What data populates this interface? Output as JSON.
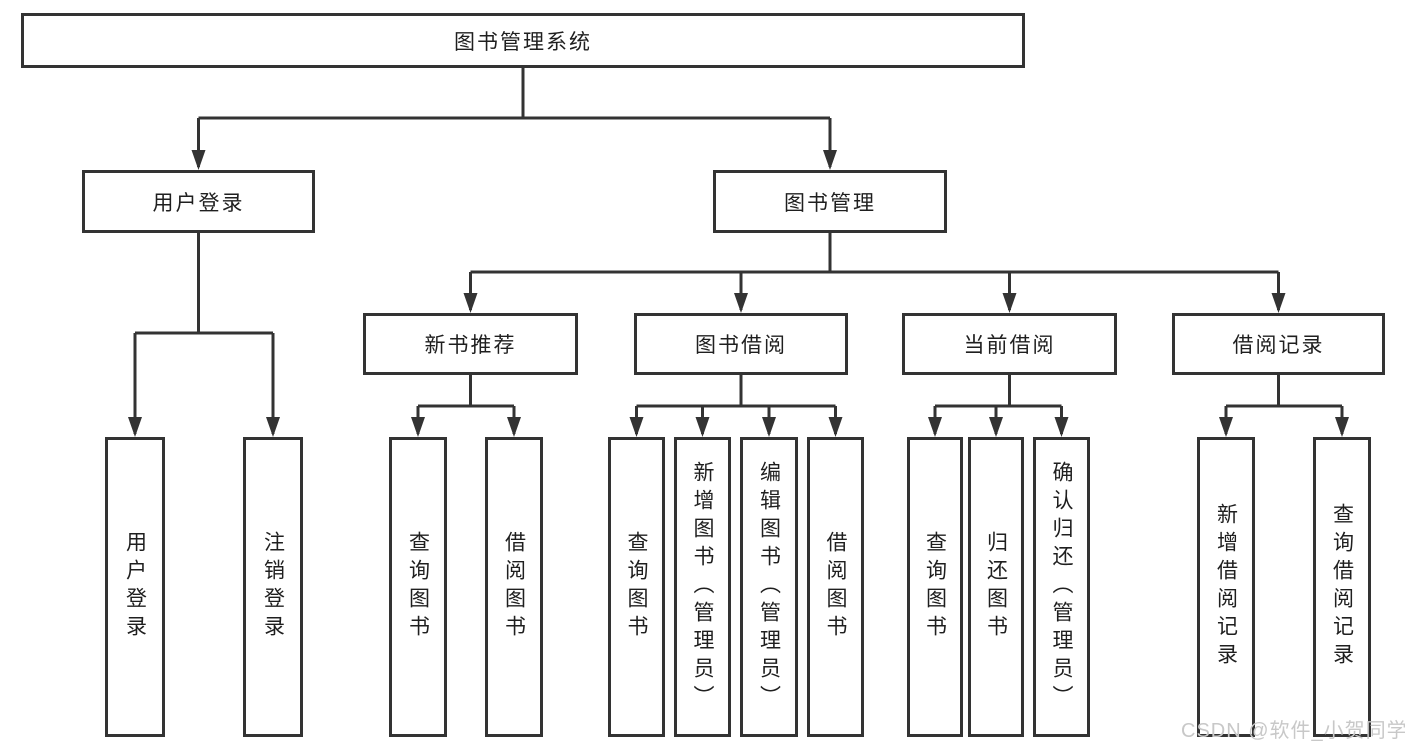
{
  "tree": {
    "label": "图书管理系统",
    "children": [
      {
        "label": "用户登录",
        "children": [
          {
            "label": "用户登录"
          },
          {
            "label": "注销登录"
          }
        ]
      },
      {
        "label": "图书管理",
        "children": [
          {
            "label": "新书推荐",
            "children": [
              {
                "label": "查询图书"
              },
              {
                "label": "借阅图书"
              }
            ]
          },
          {
            "label": "图书借阅",
            "children": [
              {
                "label": "查询图书"
              },
              {
                "label": "新增图书（管理员）"
              },
              {
                "label": "编辑图书（管理员）"
              },
              {
                "label": "借阅图书"
              }
            ]
          },
          {
            "label": "当前借阅",
            "children": [
              {
                "label": "查询图书"
              },
              {
                "label": "归还图书"
              },
              {
                "label": "确认归还（管理员）"
              }
            ]
          },
          {
            "label": "借阅记录",
            "children": [
              {
                "label": "新增借阅记录"
              },
              {
                "label": "查询借阅记录"
              }
            ]
          }
        ]
      }
    ]
  },
  "watermark": {
    "text": "CSDN @软件_小贺同学"
  },
  "colors": {
    "line": "#333333",
    "box_border": "#333333",
    "text": "#1f1f1f",
    "watermark": "#c8c8c8",
    "background": "#ffffff"
  }
}
